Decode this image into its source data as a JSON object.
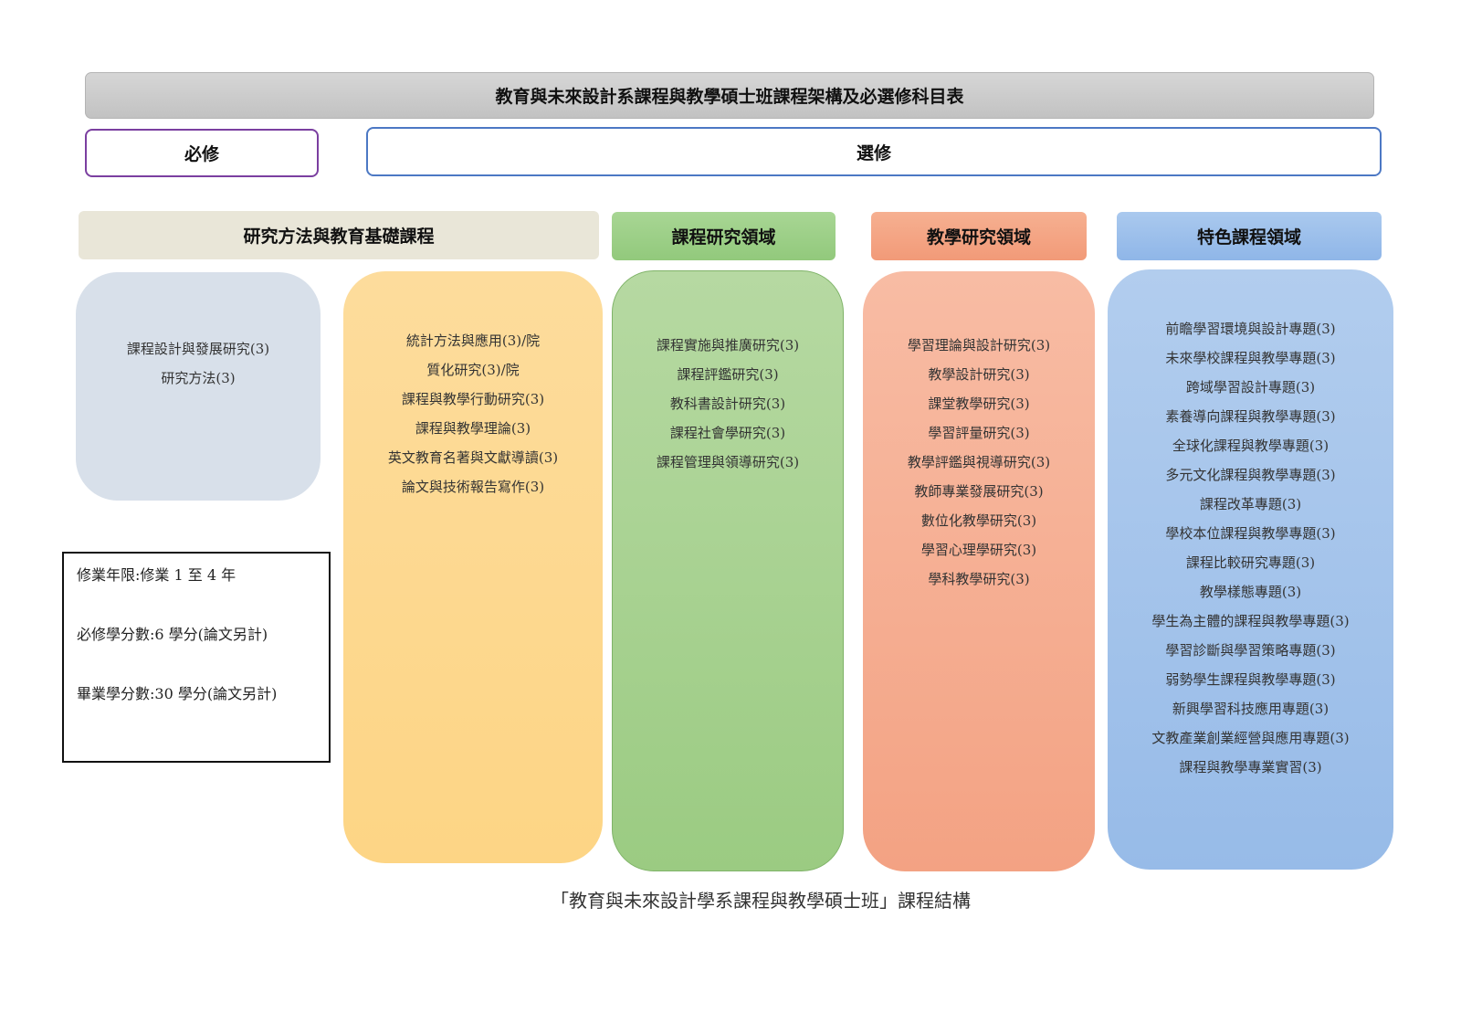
{
  "title": "教育與未來設計系課程與教學碩士班課程架構及必選修科目表",
  "required_label": "必修",
  "elective_label": "選修",
  "categories": [
    {
      "name": "研究方法與教育基礎課程"
    },
    {
      "name": "課程研究領域"
    },
    {
      "name": "教學研究領域"
    },
    {
      "name": "特色課程領域"
    }
  ],
  "columns": {
    "required": [
      "課程設計與發展研究(3)",
      "研究方法(3)"
    ],
    "foundation_electives": [
      "統計方法與應用(3)/院",
      "質化研究(3)/院",
      "課程與教學行動研究(3)",
      "課程與教學理論(3)",
      "英文教育名著與文獻導讀(3)",
      "論文與技術報告寫作(3)"
    ],
    "curriculum": [
      "課程實施與推廣研究(3)",
      "課程評鑑研究(3)",
      "教科書設計研究(3)",
      "課程社會學研究(3)",
      "課程管理與領導研究(3)"
    ],
    "teaching": [
      "學習理論與設計研究(3)",
      "教學設計研究(3)",
      "課堂教學研究(3)",
      "學習評量研究(3)",
      "教學評鑑與視導研究(3)",
      "教師專業發展研究(3)",
      "數位化教學研究(3)",
      "學習心理學研究(3)",
      "學科教學研究(3)"
    ],
    "featured": [
      "前瞻學習環境與設計專題(3)",
      "未來學校課程與教學專題(3)",
      "跨域學習設計專題(3)",
      "素養導向課程與教學專題(3)",
      "全球化課程與教學專題(3)",
      "多元文化課程與教學專題(3)",
      "課程改革專題(3)",
      "學校本位課程與教學專題(3)",
      "課程比較研究專題(3)",
      "教學樣態專題(3)",
      "學生為主體的課程與教學專題(3)",
      "學習診斷與學習策略專題(3)",
      "弱勢學生課程與教學專題(3)",
      "新興學習科技應用專題(3)",
      "文教產業創業經營與應用專題(3)",
      "課程與教學專業實習(3)"
    ]
  },
  "info": {
    "duration": "修業年限:修業 1 至 4 年",
    "required_credits": "必修學分數:6 學分(論文另計)",
    "graduation_credits": "畢業學分數:30 學分(論文另計)"
  },
  "caption": "「教育與未來設計學系課程與教學碩士班」課程結構",
  "colors": {
    "required_border": "#7b3fa0",
    "elective_border": "#4c78c4",
    "foundation_header": "#e9e6d8",
    "curriculum": "#9bcb82",
    "teaching": "#f3a283",
    "featured": "#97bbe8",
    "required_column": "#d8e0ea",
    "foundation_column": "#fdd585"
  }
}
